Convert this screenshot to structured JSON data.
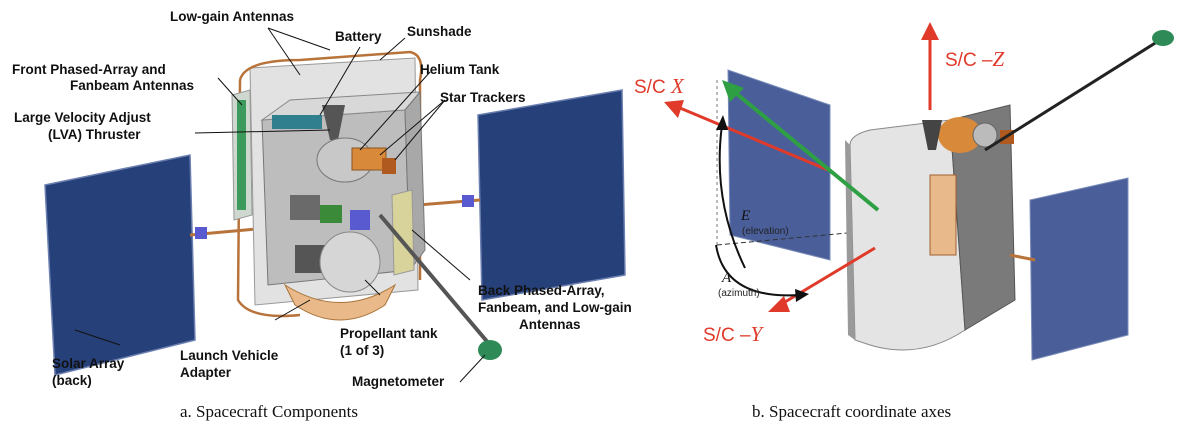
{
  "panel_a": {
    "labels": {
      "low_gain": "Low-gain Antennas",
      "battery": "Battery",
      "sunshade": "Sunshade",
      "front_phased_1": "Front Phased-Array and",
      "front_phased_2": "Fanbeam Antennas",
      "helium": "Helium Tank",
      "star_trackers": "Star Trackers",
      "lva_1": "Large Velocity Adjust",
      "lva_2": "(LVA) Thruster",
      "back_phased_1": "Back Phased-Array,",
      "back_phased_2": "Fanbeam, and Low-gain",
      "back_phased_3": "Antennas",
      "solar_1": "Solar Array",
      "solar_2": "(back)",
      "lva_adapter_1": "Launch Vehicle",
      "lva_adapter_2": "Adapter",
      "prop_1": "Propellant tank",
      "prop_2": "(1 of 3)",
      "magnetometer": "Magnetometer"
    },
    "caption": "a. Spacecraft Components"
  },
  "panel_b": {
    "axis_z_prefix": "S/C –",
    "axis_z_var": "Z",
    "axis_x_prefix": "S/C ",
    "axis_x_var": "X",
    "axis_y_prefix": "S/C –",
    "axis_y_var": "Y",
    "elevation_symbol": "E",
    "elevation_word": "(elevation)",
    "azimuth_symbol": "A",
    "azimuth_word": "(azimuth)",
    "caption": "b. Spacecraft coordinate axes"
  },
  "colors": {
    "solar_panel": "#26407a",
    "axis_red": "#e03a2a",
    "vector_green": "#2ea043",
    "body_gray": "#c9c9c9",
    "copper": "#b8733a"
  }
}
